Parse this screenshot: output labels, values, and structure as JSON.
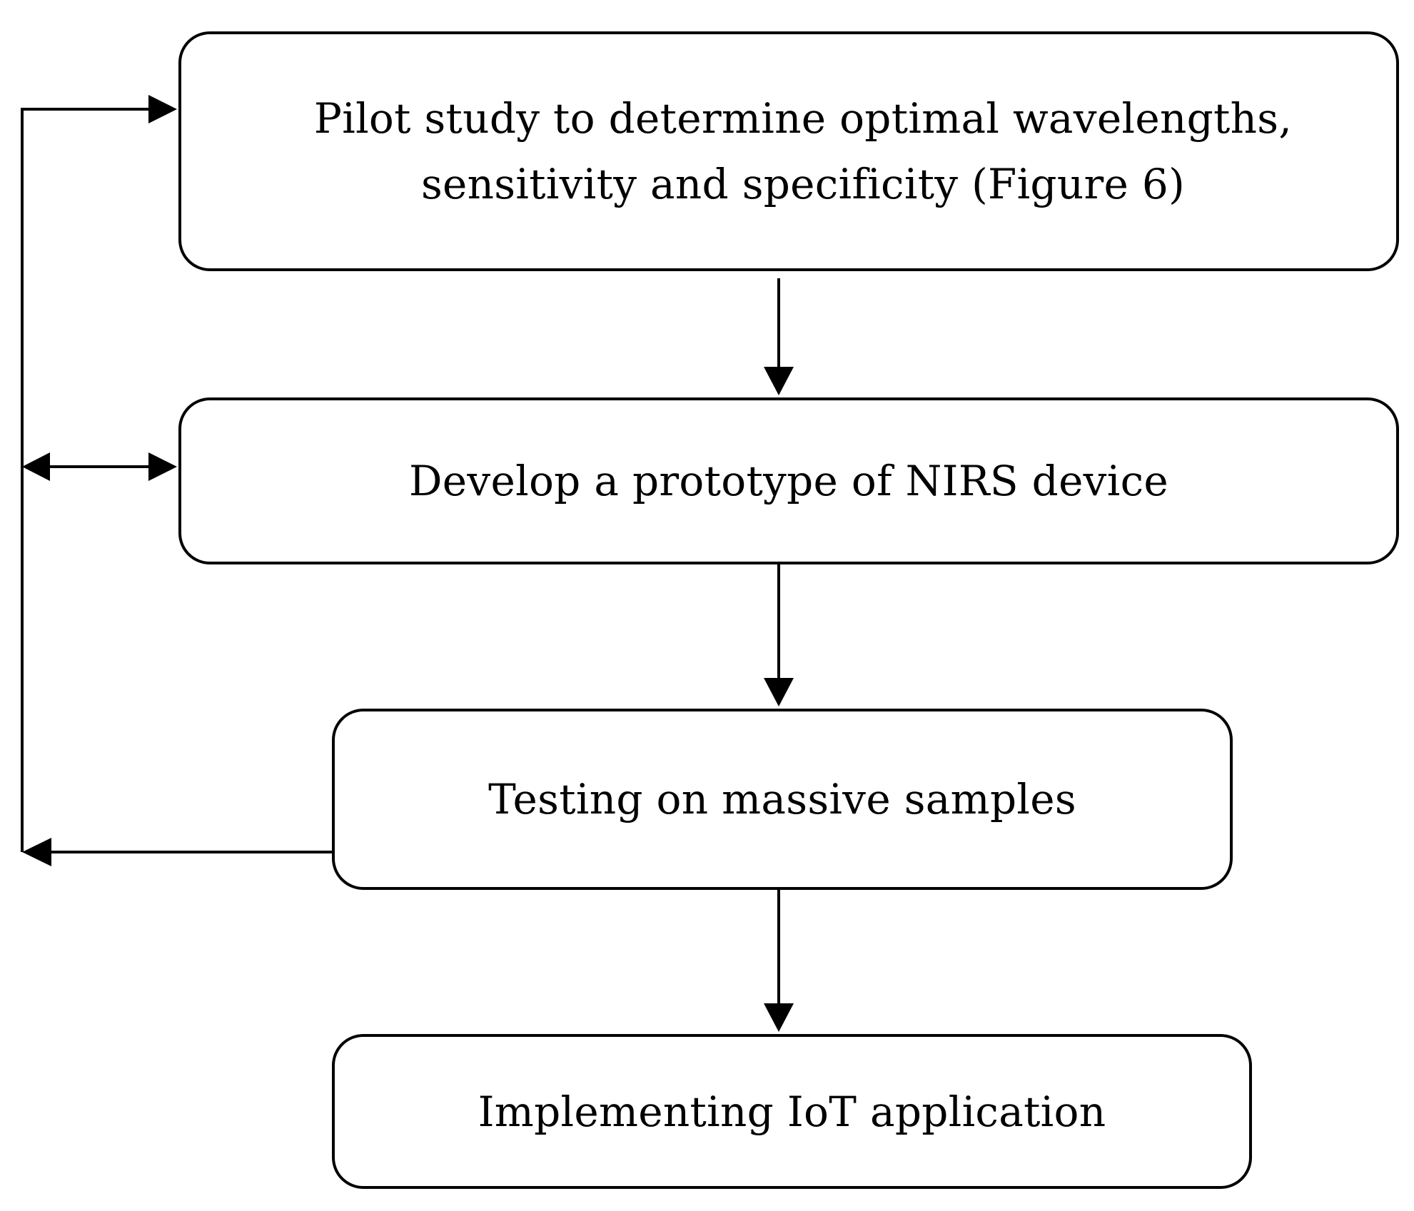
{
  "diagram": {
    "type": "flowchart",
    "line_color": "#000000",
    "background_color": "#ffffff",
    "steps": [
      {
        "id": "pilot",
        "lines": [
          "Pilot study to determine optimal wavelengths,",
          "sensitivity and specificity (Figure 6)"
        ]
      },
      {
        "id": "proto",
        "lines": [
          "Develop a prototype of NIRS device"
        ]
      },
      {
        "id": "test",
        "lines": [
          "Testing on massive samples"
        ]
      },
      {
        "id": "iot",
        "lines": [
          "Implementing IoT application"
        ]
      }
    ],
    "connections": [
      {
        "from": "pilot",
        "to": "proto",
        "kind": "arrow"
      },
      {
        "from": "proto",
        "to": "test",
        "kind": "arrow"
      },
      {
        "from": "test",
        "to": "iot",
        "kind": "arrow"
      },
      {
        "from": "test",
        "to": "feedback-loop",
        "kind": "arrow",
        "side": "left"
      },
      {
        "from": "feedback-loop",
        "to": "pilot",
        "kind": "arrow",
        "side": "left"
      },
      {
        "from": "feedback-loop",
        "to": "proto",
        "kind": "double-arrow",
        "side": "left"
      }
    ]
  }
}
